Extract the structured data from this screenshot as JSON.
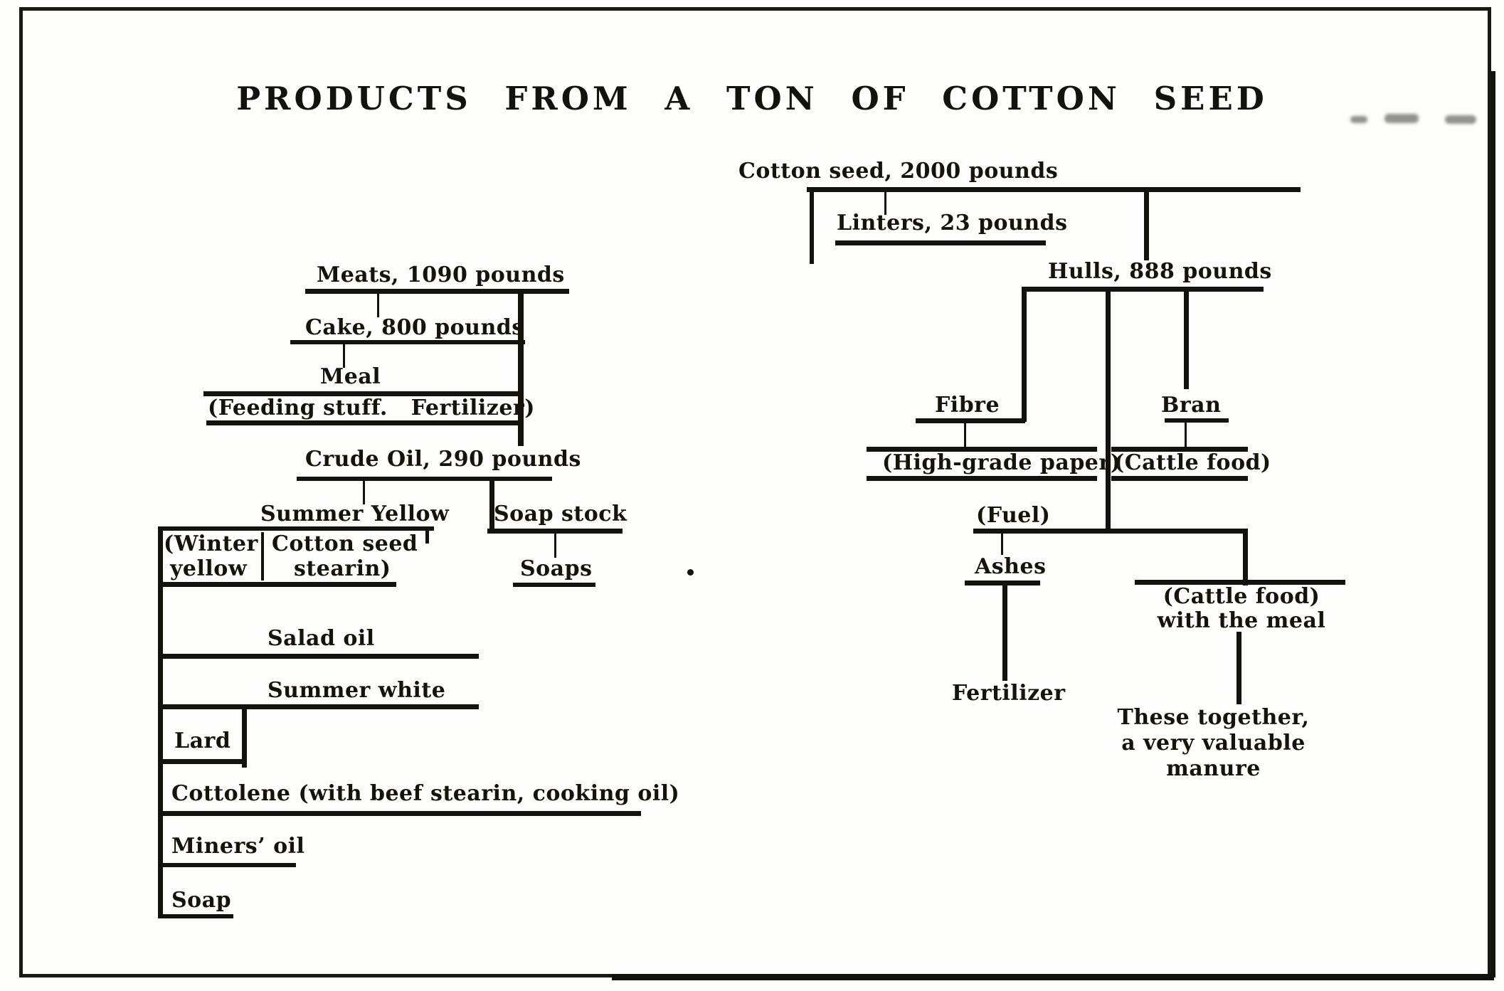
{
  "diagram": {
    "title": "PRODUCTS FROM A TON OF COTTON SEED",
    "colors": {
      "ink": "#14120c",
      "paper": "#fdfdfb"
    },
    "nodes": {
      "cotton_seed": "Cotton seed, 2000 pounds",
      "linters": "Linters, 23 pounds",
      "hulls": "Hulls, 888 pounds",
      "meats": "Meats, 1090 pounds",
      "cake": "Cake, 800 pounds",
      "meal": "Meal",
      "feeding": "(Feeding stuff.   Fertilizer)",
      "crude_oil": "Crude Oil, 290 pounds",
      "summer_yellow": "Summer Yellow",
      "winter_yellow_line1": "(Winter",
      "winter_yellow_line2": "yellow",
      "stearin_line1": "Cotton seed",
      "stearin_line2": "stearin)",
      "soap_stock": "Soap stock",
      "soaps": "Soaps",
      "salad_oil": "Salad oil",
      "summer_white": "Summer white",
      "lard": "Lard",
      "cottolene": "Cottolene (with beef stearin, cooking oil)",
      "miners_oil": "Miners’ oil",
      "soap": "Soap",
      "fibre": "Fibre",
      "bran": "Bran",
      "high_grade_paper": "(High-grade paper)",
      "cattle_food": "(Cattle food)",
      "fuel": "(Fuel)",
      "ashes": "Ashes",
      "fertilizer": "Fertilizer",
      "cattle_food_meal_line1": "(Cattle food)",
      "cattle_food_meal_line2": "with the meal",
      "manure_line1": "These together,",
      "manure_line2": "a very valuable",
      "manure_line3": "manure"
    }
  }
}
